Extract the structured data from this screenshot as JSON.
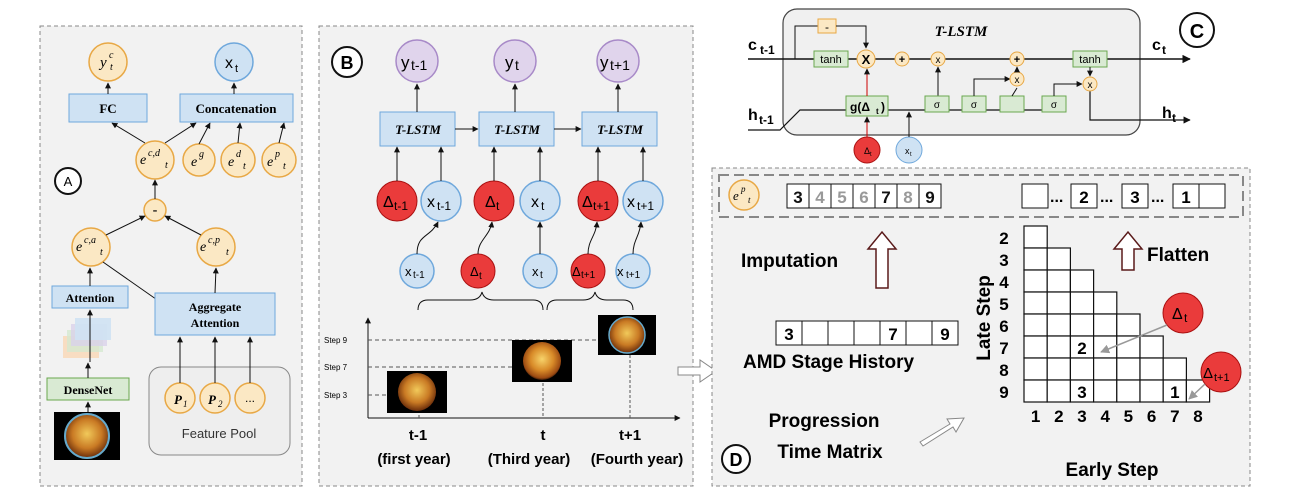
{
  "panel_a": {
    "label": "A",
    "y_node": "y",
    "y_sup": "c",
    "y_sub": "t",
    "x_node": "x",
    "x_sub": "t",
    "fc": "FC",
    "concat": "Concatenation",
    "ecd": "e",
    "ecd_sup": "c,d",
    "ecd_sub": "t",
    "eg": "e",
    "eg_sup": "g",
    "ed": "e",
    "ed_sup": "d",
    "ed_sub": "t",
    "ep": "e",
    "ep_sup": "p",
    "ep_sub": "t",
    "minus": "-",
    "eca": "e",
    "eca_sup": "c,a",
    "eca_sub": "t",
    "ecp": "e",
    "ecp_sup": "c,p",
    "ecp_sub": "t",
    "attention": "Attention",
    "aggregate1": "Aggregate",
    "aggregate2": "Attention",
    "densenet": "DenseNet",
    "p1": "P",
    "p1_sub": "1",
    "p2": "P",
    "p2_sub": "2",
    "pdots": "...",
    "feature_pool": "Feature Pool"
  },
  "panel_b": {
    "label": "B",
    "outputs": [
      {
        "main": "y",
        "sub": "t-1"
      },
      {
        "main": "y",
        "sub": "t"
      },
      {
        "main": "y",
        "sub": "t+1"
      }
    ],
    "tlstm": "T-LSTM",
    "deltas": [
      {
        "main": "Δ",
        "sub": "t-1"
      },
      {
        "main": "Δ",
        "sub": "t"
      },
      {
        "main": "Δ",
        "sub": "t+1"
      }
    ],
    "xs": [
      {
        "main": "x",
        "sub": "t-1"
      },
      {
        "main": "x",
        "sub": "t"
      },
      {
        "main": "x",
        "sub": "t+1"
      }
    ],
    "small_nodes": [
      {
        "main": "x",
        "sub": "t-1"
      },
      {
        "main": "Δ",
        "sub": "t"
      },
      {
        "main": "x",
        "sub": "t"
      },
      {
        "main": "Δ",
        "sub": "t+1"
      },
      {
        "main": "x",
        "sub": "t+1"
      }
    ],
    "steps": [
      "Step 9",
      "Step 7",
      "Step 3"
    ],
    "times": [
      "t-1",
      "t",
      "t+1"
    ],
    "years": [
      "(first year)",
      "(Third year)",
      "(Fourth year)"
    ]
  },
  "panel_c": {
    "label": "C",
    "title": "T-LSTM",
    "c_prev": "c",
    "c_prev_sub": "t-1",
    "c_next": "c",
    "c_next_sub": "t",
    "h_prev": "h",
    "h_prev_sub": "t-1",
    "h_next": "h",
    "h_next_sub": "t",
    "tanh": "tanh",
    "g": "g(Δ",
    "g_sub": "t",
    "g_end": ")",
    "minus": "-",
    "plus": "+",
    "mult": "x",
    "big_x": "X",
    "sigma": "σ",
    "delta": "Δ",
    "delta_sub": "t",
    "xin": "x",
    "xin_sub": "t"
  },
  "panel_d": {
    "label": "D",
    "ep": "e",
    "ep_sup": "p",
    "ep_sub": "t",
    "top_seq": [
      "3",
      "4",
      "5",
      "6",
      "7",
      "8",
      "9"
    ],
    "top_seq_gray": [
      false,
      true,
      true,
      true,
      false,
      true,
      false
    ],
    "flat_dots": "...",
    "flat_vals": [
      "2",
      "3",
      "1"
    ],
    "imputation": "Imputation",
    "flatten": "Flatten",
    "history_vals": [
      "3",
      "",
      "",
      "",
      "7",
      "",
      "9"
    ],
    "history_label": "AMD Stage History",
    "progression": "Progression",
    "time_matrix": "Time Matrix",
    "late_step": "Late Step",
    "early_step": "Early Step",
    "rows": [
      "2",
      "3",
      "4",
      "5",
      "6",
      "7",
      "8",
      "9"
    ],
    "cols": [
      "1",
      "2",
      "3",
      "4",
      "5",
      "6",
      "7",
      "8"
    ],
    "cell_2": "2",
    "cell_3": "3",
    "cell_1": "1",
    "delta": "Δ",
    "delta_t": "t",
    "delta_t1": "t+1"
  }
}
